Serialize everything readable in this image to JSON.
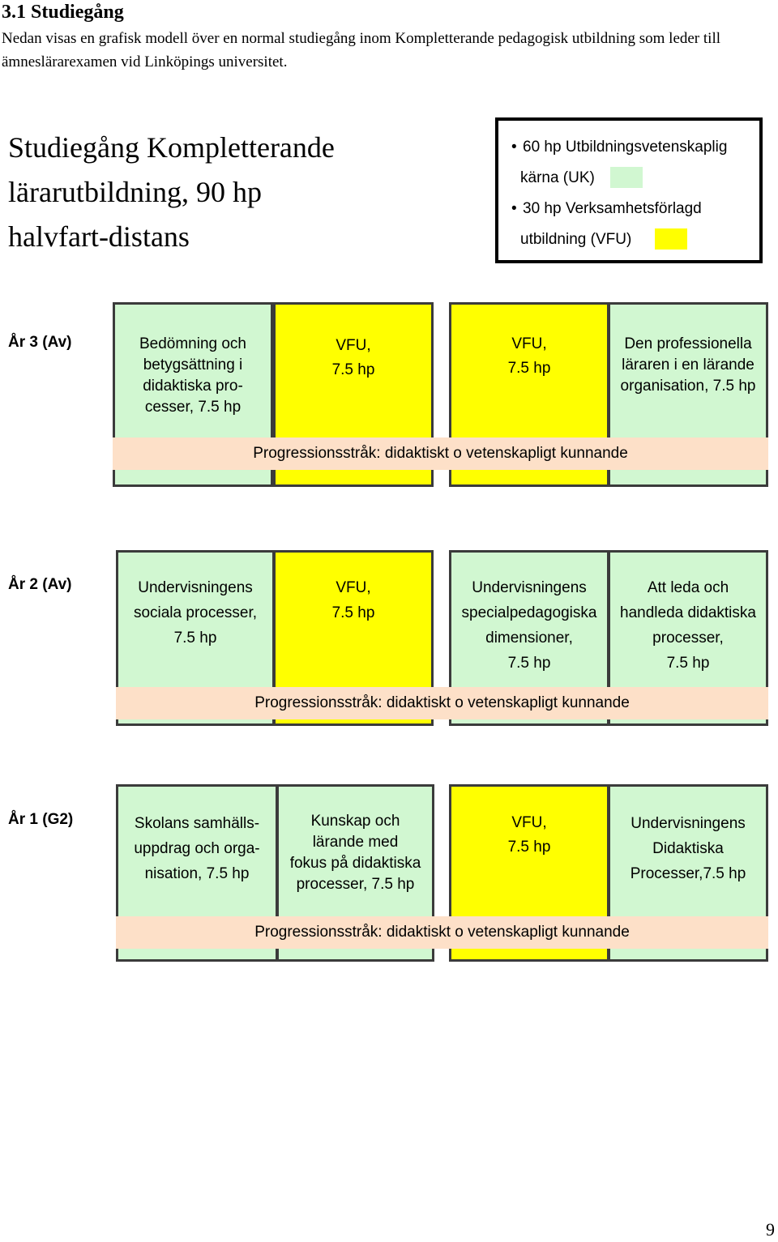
{
  "section": {
    "heading": "3.1 Studiegång",
    "intro": "Nedan visas en grafisk modell över en normal studiegång inom Kompletterande pedagogisk utbildning som leder till ämneslärarexamen vid Linköpings universitet."
  },
  "diagram": {
    "title_lines": [
      "Studiegång Kompletterande",
      "lärarutbildning, 90 hp",
      "halvfart-distans"
    ],
    "legend": {
      "item1_line1": "60 hp Utbildningsvetenskaplig",
      "item1_line2": "kärna (UK)",
      "item2_line1": "30 hp Verksamhetsförlagd",
      "item2_line2": "utbildning (VFU)",
      "bullet": "•"
    },
    "colors": {
      "uk": "#d1f7d1",
      "vfu": "#ffff00",
      "strand": "#fde0c8"
    },
    "years": [
      {
        "label": "År 3 (Av)",
        "blocks": [
          {
            "kind": "uk",
            "text": "Bedömning och\nbetygsättning i\ndidaktiska pro-\ncesser, 7.5 hp"
          },
          {
            "kind": "vfu",
            "text": "VFU,\n7.5 hp"
          },
          {
            "kind": "vfu",
            "text": "VFU,\n7.5 hp"
          },
          {
            "kind": "uk",
            "text": "Den professionella\nläraren i en lärande\norganisation, 7.5 hp"
          }
        ],
        "strand": "Progressionsstråk: didaktiskt o vetenskapligt kunnande"
      },
      {
        "label": "År 2 (Av)",
        "blocks": [
          {
            "kind": "uk",
            "text": "Undervisningens\nsociala processer,\n7.5 hp"
          },
          {
            "kind": "vfu",
            "text": "VFU,\n7.5 hp"
          },
          {
            "kind": "uk",
            "text": "Undervisningens\nspecialpedagogiska\ndimensioner,\n7.5 hp"
          },
          {
            "kind": "uk",
            "text": "Att leda och\nhandleda didaktiska\nprocesser,\n7.5 hp"
          }
        ],
        "strand": "Progressionsstråk: didaktiskt o vetenskapligt kunnande"
      },
      {
        "label": "År 1 (G2)",
        "blocks": [
          {
            "kind": "uk",
            "text": "Skolans samhälls-\nuppdrag och orga-\nnisation, 7.5 hp"
          },
          {
            "kind": "uk",
            "text": "Kunskap och\nlärande med\nfokus på didaktiska\nprocesser, 7.5 hp"
          },
          {
            "kind": "vfu",
            "text": "VFU,\n7.5 hp"
          },
          {
            "kind": "uk",
            "text": "Undervisningens\nDidaktiska\nProcesser,7.5 hp"
          }
        ],
        "strand": "Progressionsstråk: didaktiskt o vetenskapligt kunnande"
      }
    ]
  },
  "page_number": "9"
}
